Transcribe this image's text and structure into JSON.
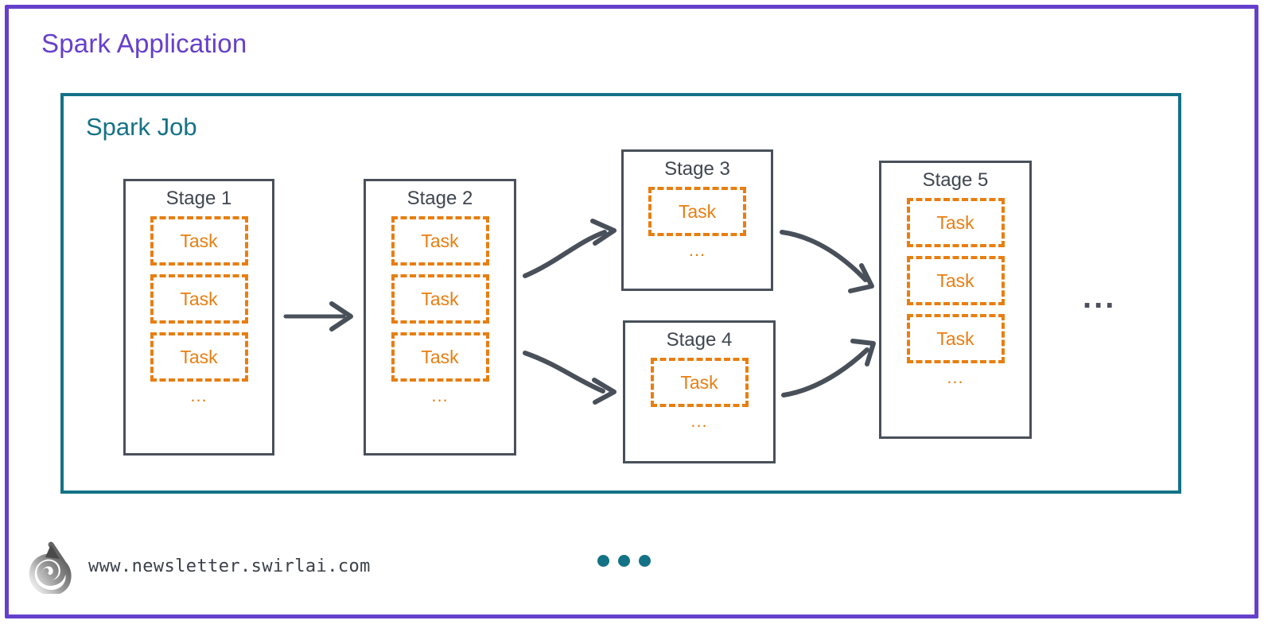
{
  "app": {
    "title": "Spark Application",
    "border_color": "#6540CC",
    "title_color": "#6540CC"
  },
  "job": {
    "title": "Spark Job",
    "border_color": "#147286",
    "title_color": "#147286"
  },
  "theme": {
    "stage_border_color": "#49505A",
    "stage_title_color": "#3F4650",
    "task_color": "#E87E11",
    "arrow_color": "#49505A",
    "background": "#FFFFFF"
  },
  "stages": [
    {
      "id": "stage-1",
      "title": "Stage 1",
      "tasks": [
        "Task",
        "Task",
        "Task"
      ],
      "ellipsis": "..."
    },
    {
      "id": "stage-2",
      "title": "Stage 2",
      "tasks": [
        "Task",
        "Task",
        "Task"
      ],
      "ellipsis": "..."
    },
    {
      "id": "stage-3",
      "title": "Stage 3",
      "tasks": [
        "Task"
      ],
      "ellipsis": "..."
    },
    {
      "id": "stage-4",
      "title": "Stage 4",
      "tasks": [
        "Task"
      ],
      "ellipsis": "..."
    },
    {
      "id": "stage-5",
      "title": "Stage 5",
      "tasks": [
        "Task",
        "Task",
        "Task"
      ],
      "ellipsis": "..."
    }
  ],
  "flow": {
    "trailing_ellipsis": "...",
    "edges": [
      {
        "from": "Stage 1",
        "to": "Stage 2",
        "shape": "straight"
      },
      {
        "from": "Stage 2",
        "to": "Stage 3",
        "shape": "curve-up"
      },
      {
        "from": "Stage 2",
        "to": "Stage 4",
        "shape": "curve-down"
      },
      {
        "from": "Stage 3",
        "to": "Stage 5",
        "shape": "curve-down"
      },
      {
        "from": "Stage 4",
        "to": "Stage 5",
        "shape": "curve-up"
      }
    ]
  },
  "footer": {
    "logo_name": "swirlai-spiral-logo",
    "url": "www.newsletter.swirlai.com",
    "dots_count": 3,
    "dots_color": "#147286"
  }
}
